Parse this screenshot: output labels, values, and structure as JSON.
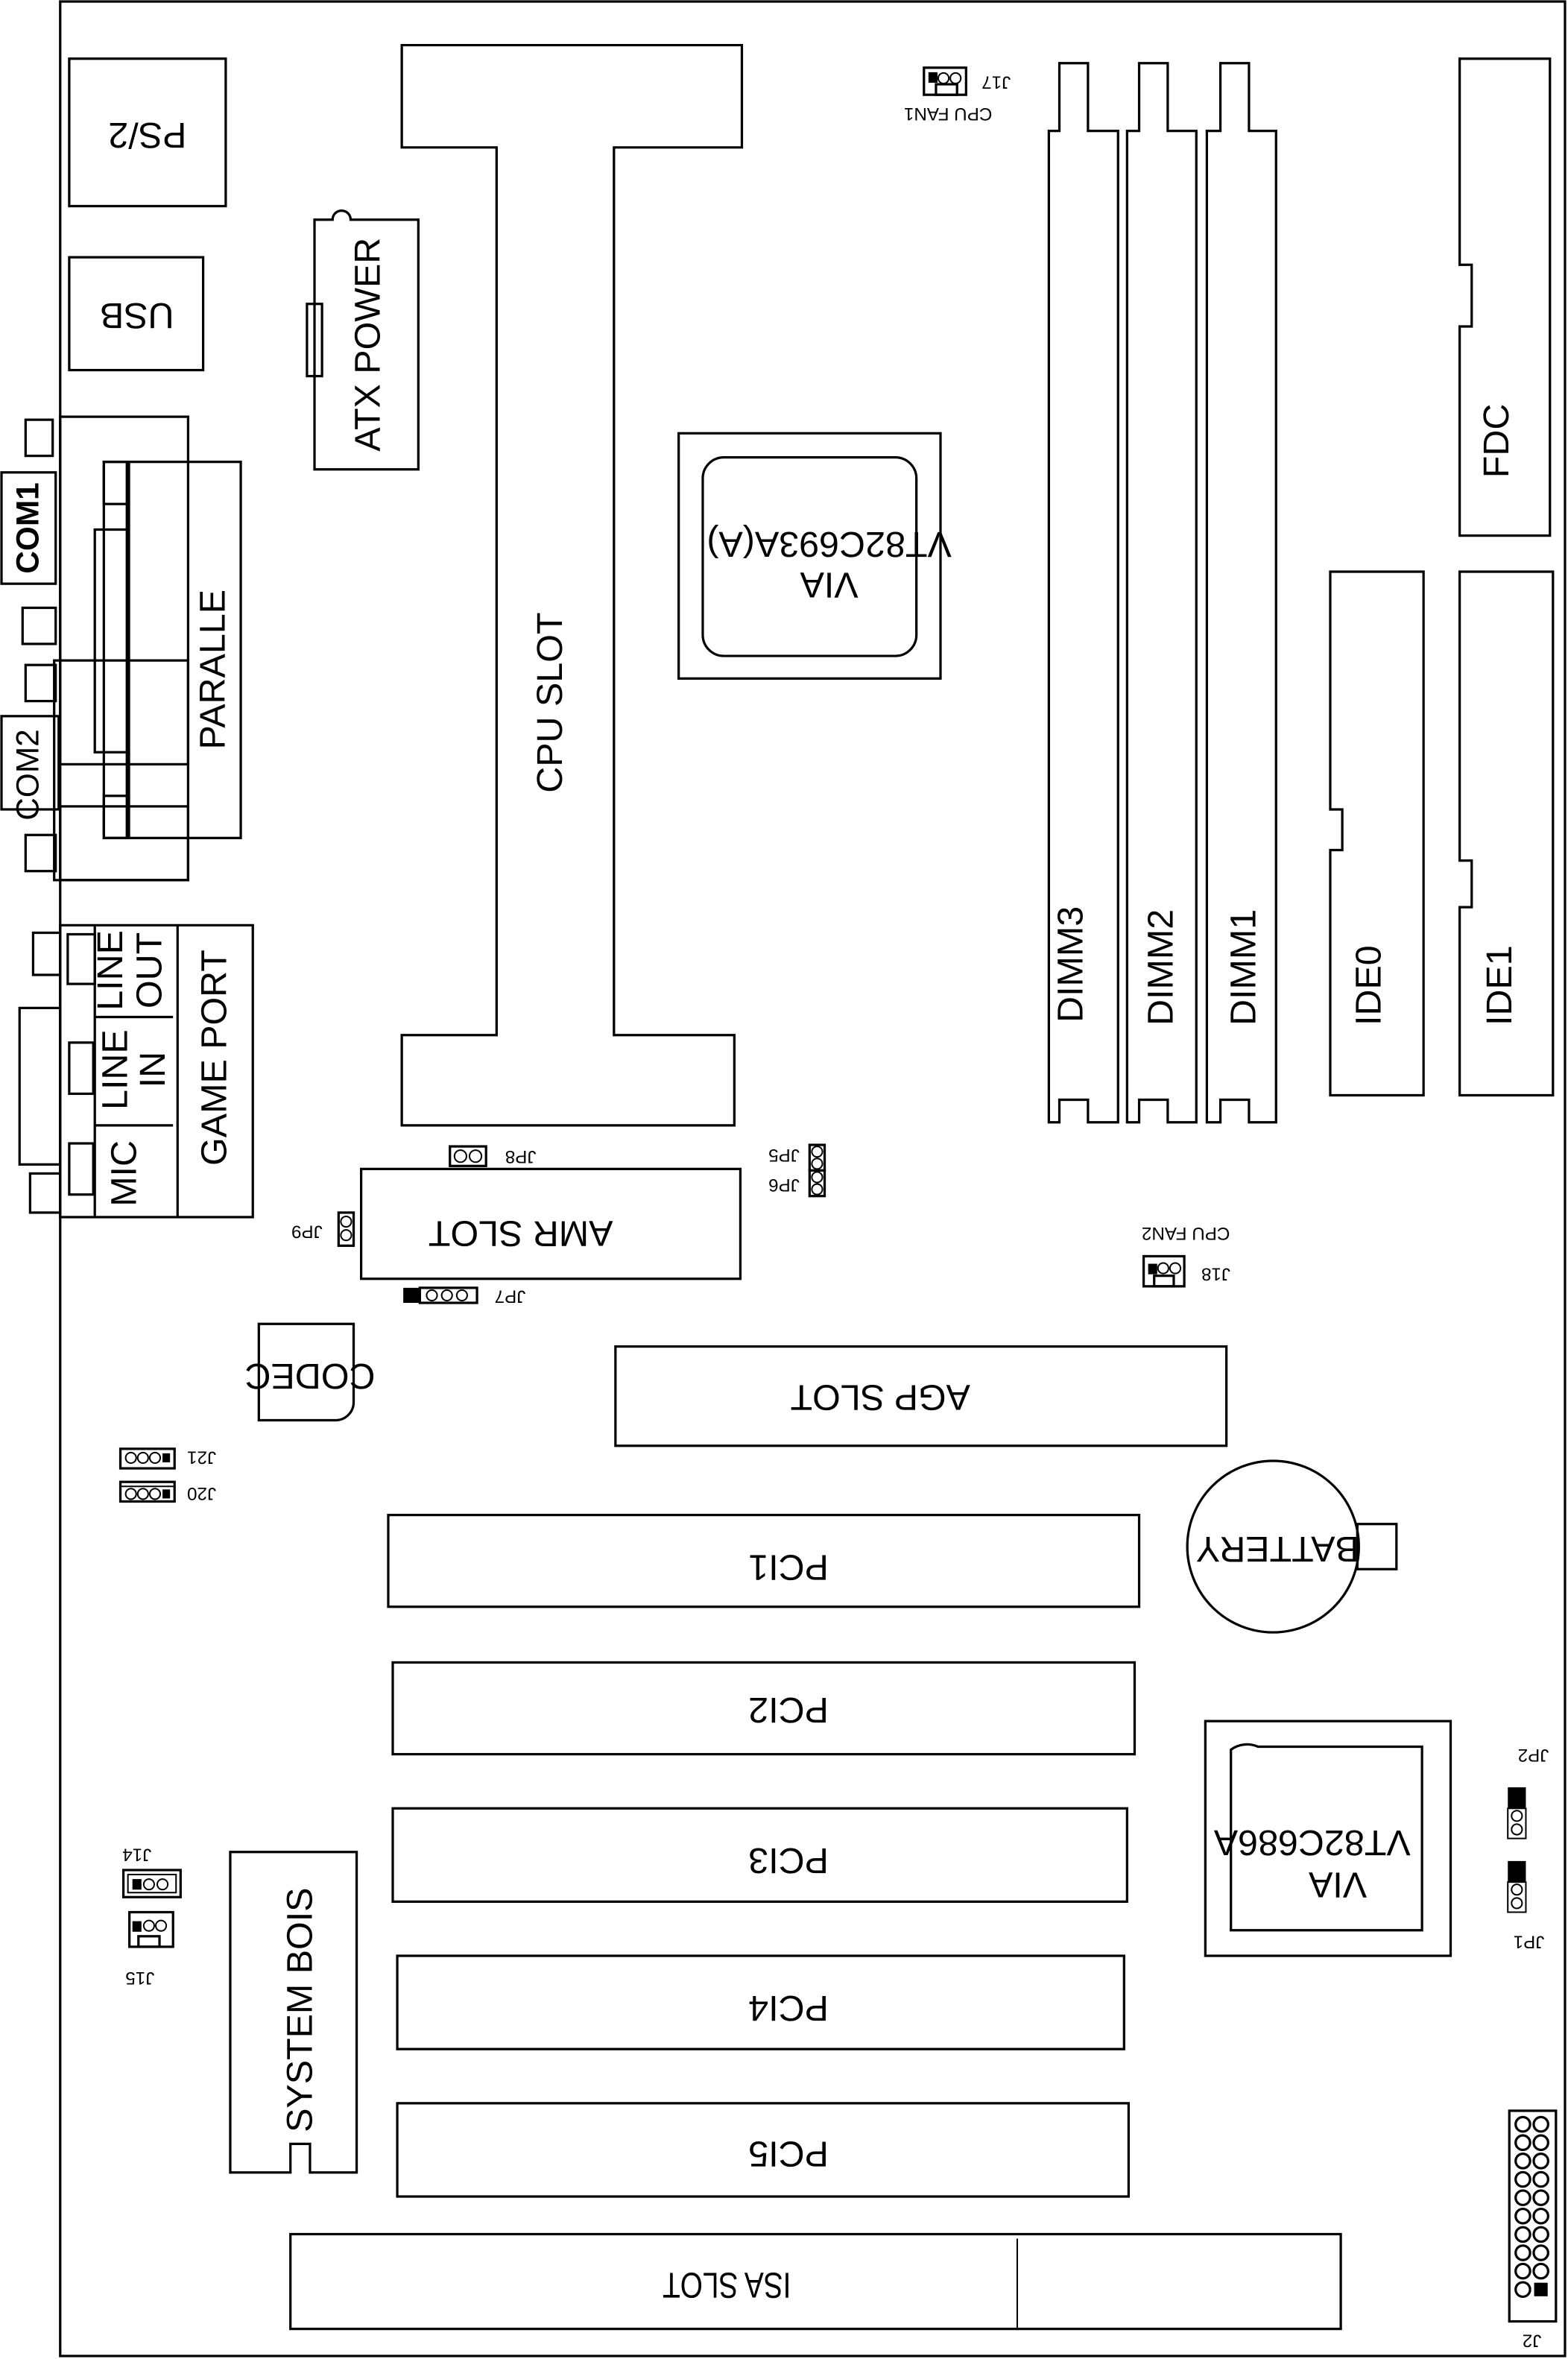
{
  "diagram": {
    "type": "motherboard-layout",
    "components": {
      "ps2": "PS/2",
      "usb": "USB",
      "atx_power": "ATX POWER",
      "cpu_slot": "CPU  SLOT",
      "com1": "COM1",
      "com2": "COM2",
      "parallel": "PARALLE",
      "line_out_1": "LINE",
      "line_out_2": "OUT",
      "line_in_1": "LINE",
      "line_in_2": "IN",
      "mic": "MIC",
      "game_port": "GAME PORT",
      "north_bridge_1": "VIA",
      "north_bridge_2": "VT82C693A(A)",
      "south_bridge_1": "VIA",
      "south_bridge_2": "VT82C686A",
      "dimm3": "DIMM3",
      "dimm2": "DIMM2",
      "dimm1": "DIMM1",
      "ide0": "IDE0",
      "ide1": "IDE1",
      "fdc": "FDC",
      "amr_slot": "AMR SLOT",
      "agp_slot": "AGP SLOT",
      "codec": "CODEC",
      "battery": "BATTERY",
      "pci1": "PCI1",
      "pci2": "PCI2",
      "pci3": "PCI3",
      "pci4": "PCI4",
      "pci5": "PCI5",
      "isa_slot": "ISA SLOT",
      "system_bios": "SYSTEM BOIS"
    },
    "jumpers": {
      "j17": "J17",
      "cpu_fan1": "CPU FAN1",
      "j18": "J18",
      "cpu_fan2": "CPU FAN2",
      "jp8": "JP8",
      "jp5": "JP5",
      "jp6": "JP6",
      "jp9": "JP9",
      "jp7": "JP7",
      "j21": "J21",
      "j20": "J20",
      "j14": "J14",
      "j15": "J15",
      "jp2": "JP2",
      "jp1": "JP1",
      "j2": "J2"
    }
  }
}
